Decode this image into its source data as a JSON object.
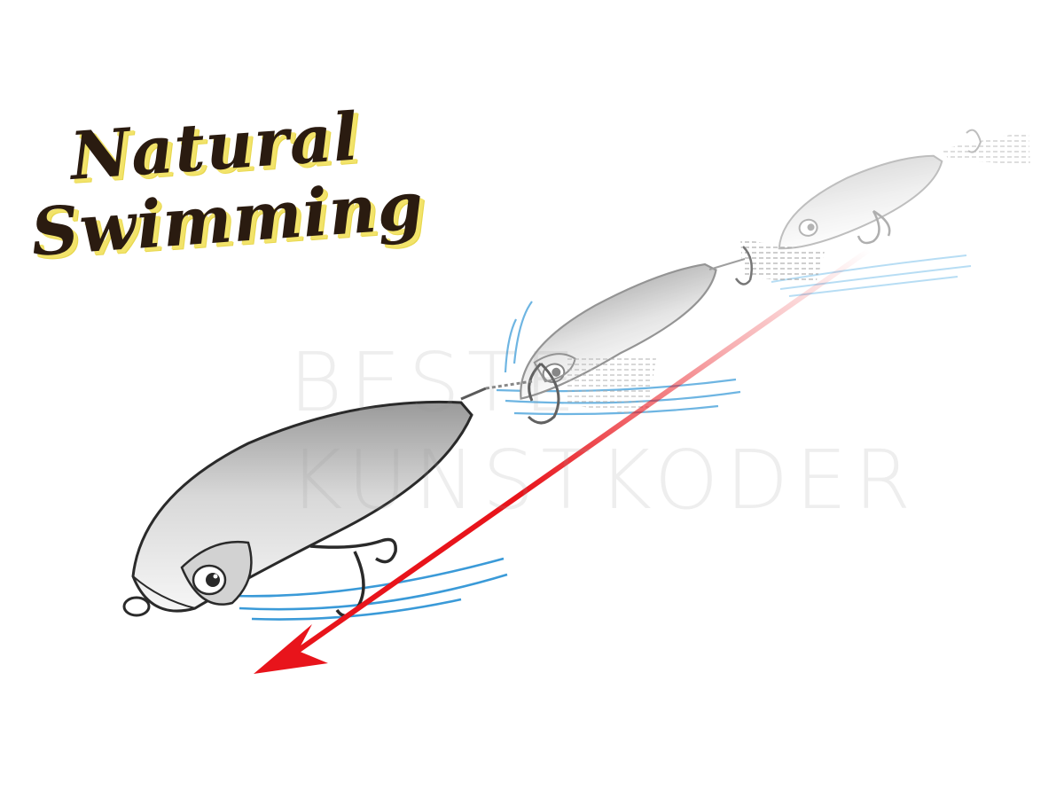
{
  "headline": {
    "line1": "Natural",
    "line2": "Swimming"
  },
  "watermark": {
    "line1": "BESTE",
    "line2": "KUNSTKODER"
  },
  "colors": {
    "headline_text": "#2a1b10",
    "headline_shadow": "#f2e36a",
    "direction_arrow": "#e8141b",
    "water_lines": "#4aa3dc",
    "lure_body": "#c9c9c9",
    "background": "#ffffff"
  }
}
